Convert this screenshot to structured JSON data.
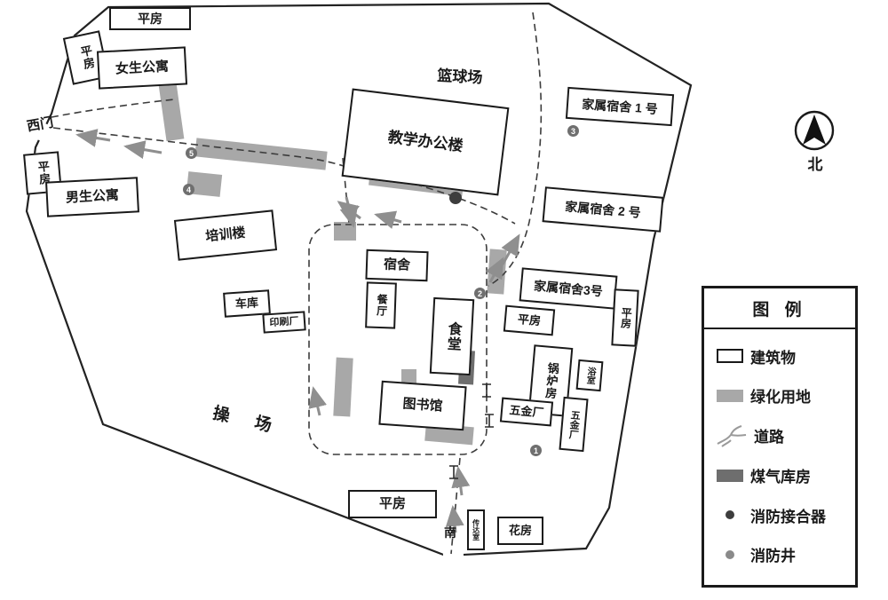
{
  "compass": {
    "label": "北"
  },
  "gates": {
    "west": "西门",
    "south": "南"
  },
  "areas": {
    "basketball": "篮球场",
    "playground": "操 场"
  },
  "buildings": {
    "pinfang_top": "平房",
    "pinfang_topleft": "平房",
    "girls_dorm": "女生公寓",
    "pinfang_left": "平房",
    "boys_dorm": "男生公寓",
    "training": "培训楼",
    "teaching": "教学办公楼",
    "family1": "家属宿舍 1 号",
    "family2": "家属宿舍 2 号",
    "family3": "家属宿舍3号",
    "dorm": "宿舍",
    "dining_room": "餐厅",
    "canteen": "食堂",
    "library": "图书馆",
    "garage": "车库",
    "print_shop": "印刷厂",
    "pinfang_mid": "平房",
    "boiler": "锅炉房",
    "bath": "浴室",
    "hardware_h": "五金厂",
    "hardware_v": "五金厂",
    "pinfang_bottom": "平房",
    "reception": "传达室",
    "flower_house": "花房",
    "pinfang_right": "平房"
  },
  "markers": {
    "m1": "1",
    "m2": "2",
    "m3": "3",
    "m4": "4",
    "m5": "5"
  },
  "legend": {
    "title": "图 例",
    "items": [
      {
        "label": "建筑物"
      },
      {
        "label": "绿化用地"
      },
      {
        "label": "道路"
      },
      {
        "label": "煤气库房"
      },
      {
        "label": "消防接合器"
      },
      {
        "label": "消防井"
      }
    ]
  }
}
